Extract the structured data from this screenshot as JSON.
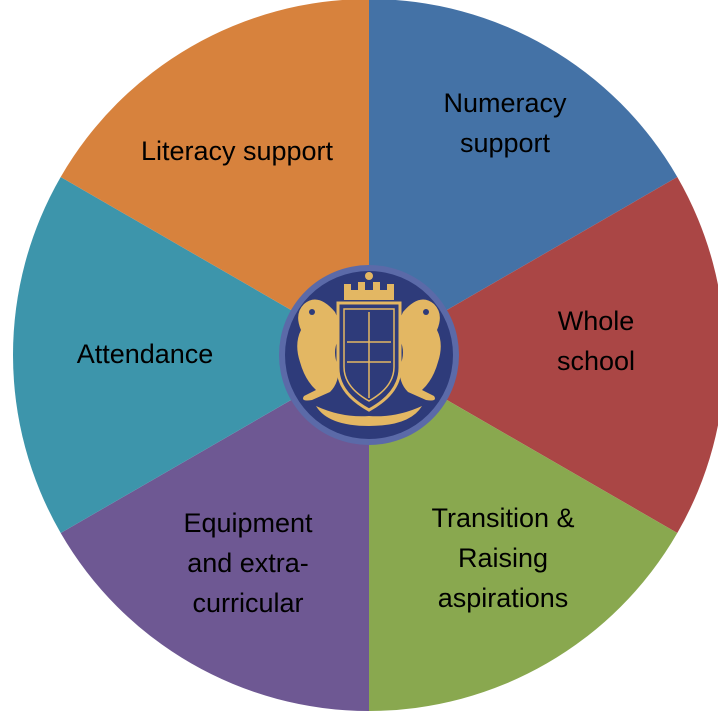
{
  "segments": [
    {
      "id": "numeracy",
      "color": "#4472a6",
      "lines": [
        "Numeracy",
        "support"
      ]
    },
    {
      "id": "whole",
      "color": "#aa4645",
      "lines": [
        "Whole",
        "school"
      ]
    },
    {
      "id": "transition",
      "color": "#89a84f",
      "lines": [
        "Transition &",
        "Raising",
        "aspirations"
      ]
    },
    {
      "id": "equipment",
      "color": "#6e5893",
      "lines": [
        "Equipment",
        "and extra-",
        "curricular"
      ]
    },
    {
      "id": "attendance",
      "color": "#3d95ab",
      "lines": [
        "Attendance"
      ]
    },
    {
      "id": "literacy",
      "color": "#d7823d",
      "lines": [
        "Literacy support"
      ]
    }
  ],
  "center": {
    "icon": "school-crest-icon",
    "colors": {
      "navy": "#2e3b7a",
      "gold": "#e3b763",
      "ring": "#5b6aa8"
    }
  }
}
